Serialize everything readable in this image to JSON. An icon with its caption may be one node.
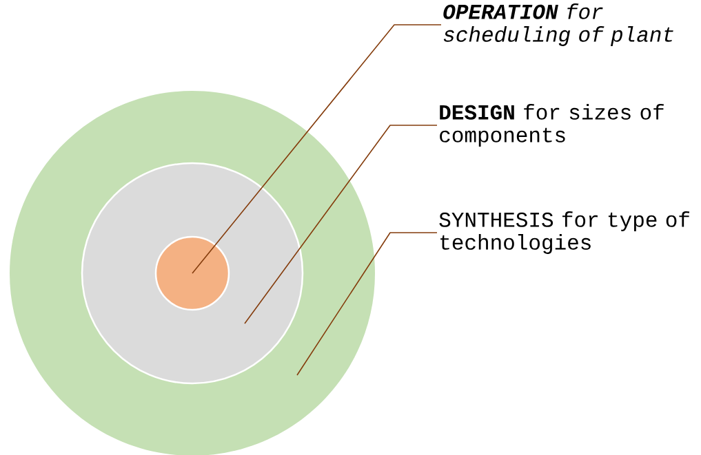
{
  "diagram": {
    "nodes": [
      {
        "text": [],
        "shape": "circle"
      },
      {
        "text": [],
        "shape": "circle",
        "in": 0
      },
      {
        "text": [],
        "shape": "circle",
        "in": 1
      },
      {
        "text": [
          "**OPERATION** for scheduling of plant"
        ]
      },
      {
        "text": [
          "**DESIGN** for sizes of components"
        ]
      },
      {
        "text": [
          "SYNTHESIS for type of technologies"
        ]
      }
    ],
    "edges": [
      {
        "from": 3,
        "to": 2,
        "arrow": "none"
      },
      {
        "from": 4,
        "to": 1,
        "arrow": "none"
      },
      {
        "from": 5,
        "to": 0,
        "arrow": "none"
      }
    ]
  }
}
